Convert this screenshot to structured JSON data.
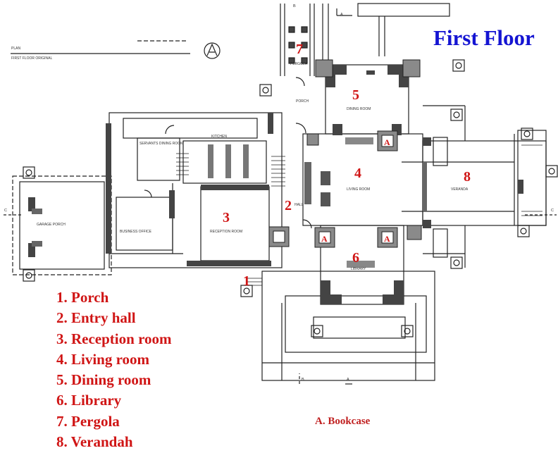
{
  "title": "First Floor",
  "legend": [
    "1. Porch",
    "2. Entry hall",
    "3. Reception room",
    "4. Living room",
    "5. Dining room",
    "6. Library",
    "7. Pergola",
    "8. Verandah"
  ],
  "bookcase_note": "A. Bookcase",
  "plan_header": [
    "PLAN",
    "FIRST FLOOR ORIGINAL"
  ],
  "room_numbers": {
    "porch": "1",
    "entry_hall": "2",
    "reception": "3",
    "living": "4",
    "dining": "5",
    "library": "6",
    "pergola": "7",
    "verandah": "8"
  },
  "bookcase_marker": "A",
  "drawing_labels": {
    "pergola": "PERGOLA",
    "porch": "PORCH",
    "dining": "DINING ROOM",
    "living": "LIVING ROOM",
    "library": "LIBRARY",
    "verandah": "VERANDA",
    "reception": "RECEPTION ROOM",
    "kitchen": "KITCHEN",
    "servants_dining": "SERVANTS DINING ROOM",
    "hall": "HALL",
    "garage": "GARAGE PORCH",
    "office": "BUSINESS OFFICE",
    "section_mark_a": "A",
    "section_mark_b": "B",
    "section_mark_c": "C"
  },
  "colors": {
    "title": "#1414d2",
    "legend_text": "#d01515",
    "lines": "#222222",
    "wall_fill": "#444444",
    "pier_fill": "#8a8a8a"
  }
}
